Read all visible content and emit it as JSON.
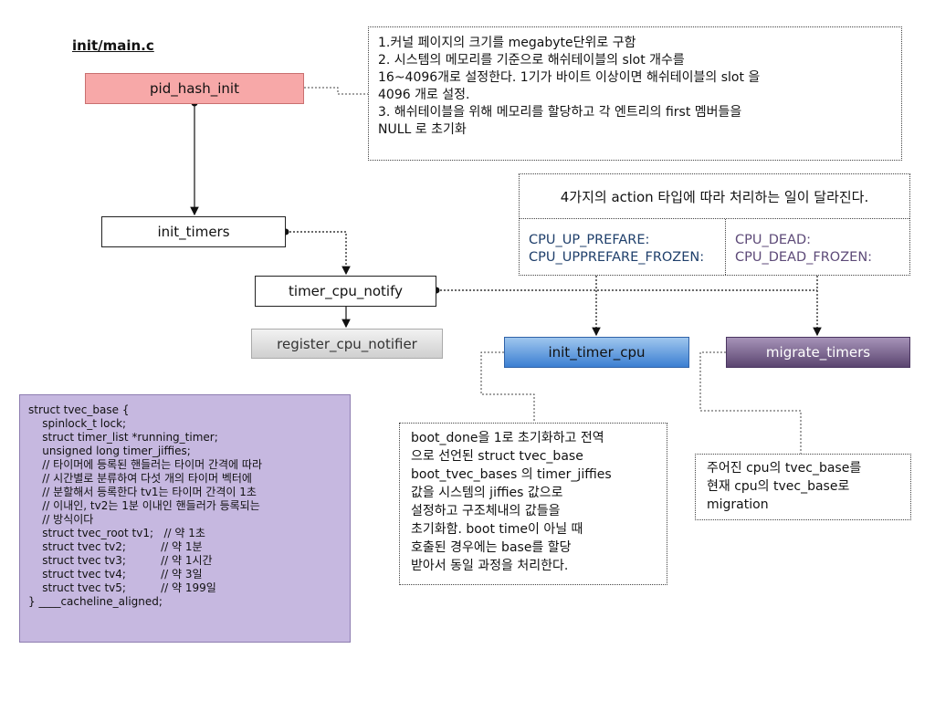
{
  "file_title": "init/main.c",
  "nodes": {
    "pid_hash_init": "pid_hash_init",
    "init_timers": "init_timers",
    "timer_cpu_notify": "timer_cpu_notify",
    "register_cpu_notifier": "register_cpu_notifier",
    "init_timer_cpu": "init_timer_cpu",
    "migrate_timers": "migrate_timers"
  },
  "pid_note": [
    "1.커널 페이지의 크기를 megabyte단위로 구함",
    "2. 시스템의 메모리를 기준으로 해쉬테이블의 slot 개수를",
    "16~4096개로 설정한다. 1기가 바이트 이상이면 해쉬테이블의 slot 을",
    "4096 개로 설정.",
    "3. 해쉬테이블을 위해 메모리를 할당하고 각 엔트리의 first 멤버들을",
    "NULL 로 초기화"
  ],
  "action": {
    "title": "4가지의 action 타입에 따라 처리하는 일이 달라진다.",
    "up_1": "CPU_UP_PREFARE:",
    "up_2": "CPU_UPPREFARE_FROZEN:",
    "dead_1": "CPU_DEAD:",
    "dead_2": "CPU_DEAD_FROZEN:"
  },
  "init_timer_cpu_note": [
    "boot_done을 1로 초기화하고 전역",
    "으로 선언된 struct tvec_base",
    "boot_tvec_bases 의 timer_jiffies",
    "값을  시스템의 jiffies 값으로",
    "설정하고   구조체내의 값들을",
    "초기화함. boot time이 아닐 때",
    "호출된 경우에는 base를 할당",
    "받아서 동일 과정을 처리한다."
  ],
  "migrate_note": [
    "주어진 cpu의 tvec_base를",
    "현재 cpu의 tvec_base로",
    "migration"
  ],
  "struct_code": [
    "struct tvec_base {",
    "    spinlock_t lock;",
    "    struct timer_list *running_timer;",
    "    unsigned long timer_jiffies;",
    "    // 타이머에 등록된 핸들러는 타이머 간격에 따라",
    "    // 시간별로 분류하여 다섯 개의 타이머 벡터에",
    "    // 분할해서 등록한다 tv1는 타이머 간격이 1초",
    "    // 이내인, tv2는 1분 이내인 핸들러가 등록되는",
    "    // 방식이다",
    "    struct tvec_root tv1;   // 약 1초",
    "    struct tvec tv2;          // 약 1분",
    "    struct tvec tv3;          // 약 1시간",
    "    struct tvec tv4;          // 약 3일",
    "    struct tvec tv5;          // 약 199일",
    "} ____cacheline_aligned;"
  ],
  "colors": {
    "pid_fill": "#f7a8a8",
    "init_timer_cpu_fill": "#3b7fd2",
    "migrate_fill": "#5b4570",
    "struct_fill": "#c6b8e0"
  }
}
